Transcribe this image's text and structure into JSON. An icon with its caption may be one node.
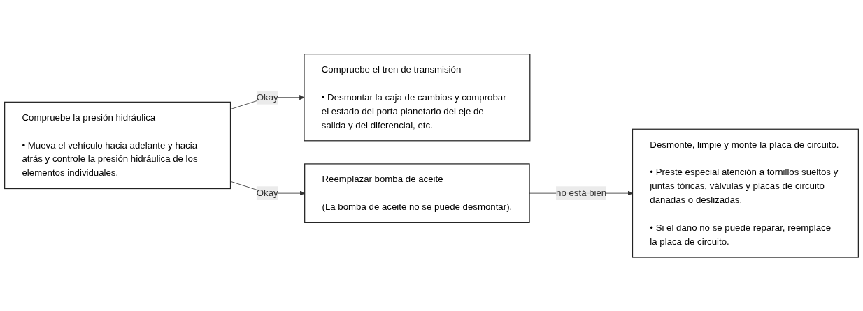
{
  "diagram": {
    "nodes": [
      {
        "text": [
          "Compruebe la presión hidráulica",
          "• Mueva el vehículo hacia adelante y hacia atrás y controle la presión hidráulica de los elementos individuales."
        ]
      },
      {
        "text": [
          "Compruebe el tren de transmisión",
          "• Desmontar la caja de cambios y comprobar el estado del porta planetario del eje de salida y del diferencial, etc."
        ]
      },
      {
        "text": [
          "Reemplazar bomba de aceite",
          "(La bomba de aceite no se puede desmontar)."
        ]
      },
      {
        "text": [
          "Desmonte, limpie y monte la placa de circuito.",
          "• Preste especial atención a tornillos sueltos y juntas tóricas, válvulas y placas de circuito dañadas o deslizadas.",
          "• Si el daño no se puede reparar, reemplace la placa de circuito."
        ]
      }
    ],
    "edges": [
      {
        "from": 0,
        "to": 1,
        "arrow": "to",
        "label": "Okay"
      },
      {
        "from": 0,
        "to": 2,
        "arrow": "to",
        "label": "Okay"
      },
      {
        "from": 2,
        "to": 3,
        "arrow": "to",
        "label": "no está bien"
      }
    ]
  }
}
